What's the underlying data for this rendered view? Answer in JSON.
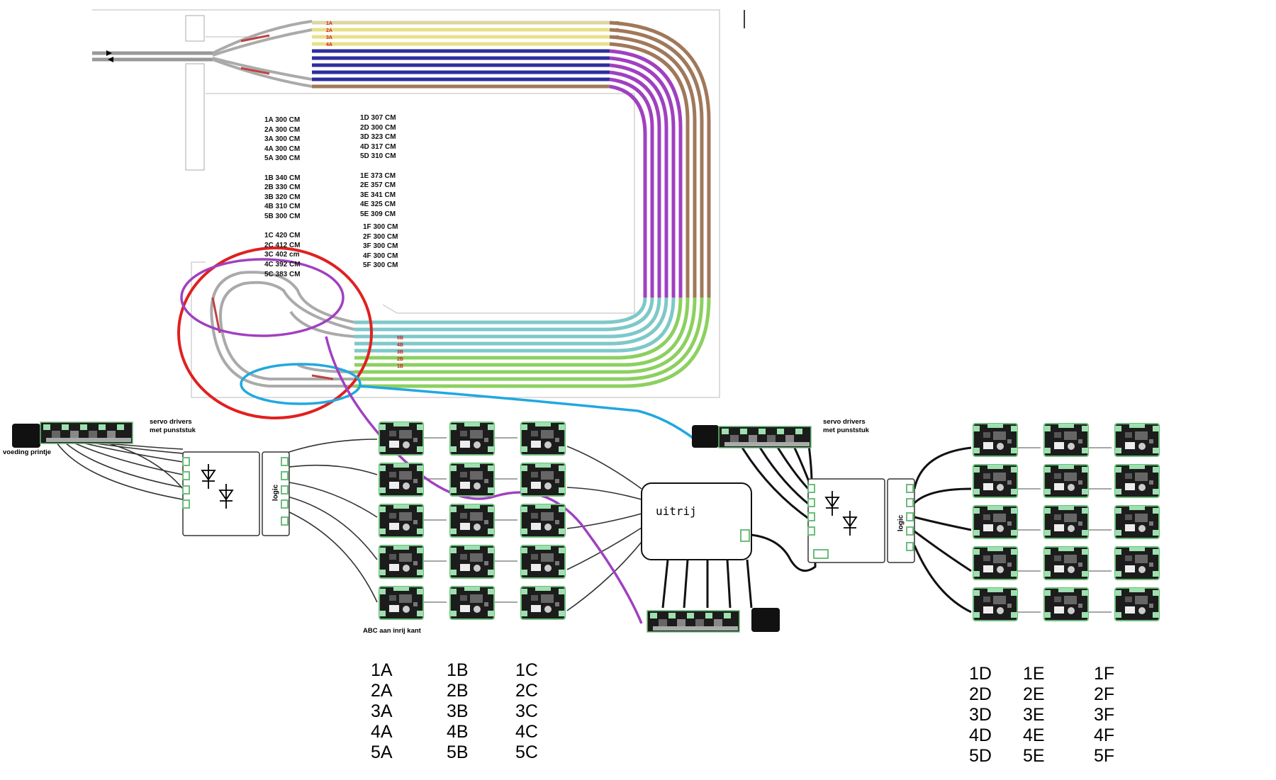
{
  "track_plan": {
    "col1": [
      "1A 300 CM",
      "2A 300 CM",
      "3A 300 CM",
      "4A 300 CM",
      "5A 300 CM",
      "",
      "1B 340 CM",
      "2B 330 CM",
      "3B 320 CM",
      "4B 310 CM",
      "5B 300 CM",
      "",
      "1C 420 CM",
      "2C 412 CM",
      "3C 402 cm",
      "4C 392 CM",
      "5C 383 CM"
    ],
    "col2": [
      "1D 307 CM",
      "2D 300 CM",
      "3D 323 CM",
      "4D 317 CM",
      "5D 310 CM",
      "",
      "1E 373 CM",
      "2E 357 CM",
      "3E 341 CM",
      "4E 325 CM",
      "5E 309 CM"
    ],
    "col3": [
      "1F  300 CM",
      "2F  300 CM",
      "3F  300 CM",
      "4F  300 CM",
      "5F  300 CM"
    ]
  },
  "labels": {
    "servo_left": "servo drivers\nmet punststuk",
    "servo_right": "servo drivers\nmet punststuk",
    "power": "voeding printje",
    "logic_left": "logic",
    "logic_right": "logic",
    "abc": "ABC aan inrij kant",
    "uitrij": "uitrij"
  },
  "groups_left": [
    [
      "1A",
      "2A",
      "3A",
      "4A",
      "5A"
    ],
    [
      "1B",
      "2B",
      "3B",
      "4B",
      "5B"
    ],
    [
      "1C",
      "2C",
      "3C",
      "4C",
      "5C"
    ]
  ],
  "groups_right": [
    [
      "1D",
      "2D",
      "3D",
      "4D",
      "5D"
    ],
    [
      "1E",
      "2E",
      "3E",
      "4E",
      "5E"
    ],
    [
      "1F",
      "2F",
      "3F",
      "4F",
      "5F"
    ]
  ],
  "colors": {
    "yellow": "#e8e08a",
    "blue": "#2e2ea0",
    "brown": "#a0785a",
    "purple": "#a040c0",
    "teal": "#7ec8c8",
    "green": "#8cd060",
    "red_circle": "#e02020",
    "cyan_wire": "#20a8e0"
  }
}
